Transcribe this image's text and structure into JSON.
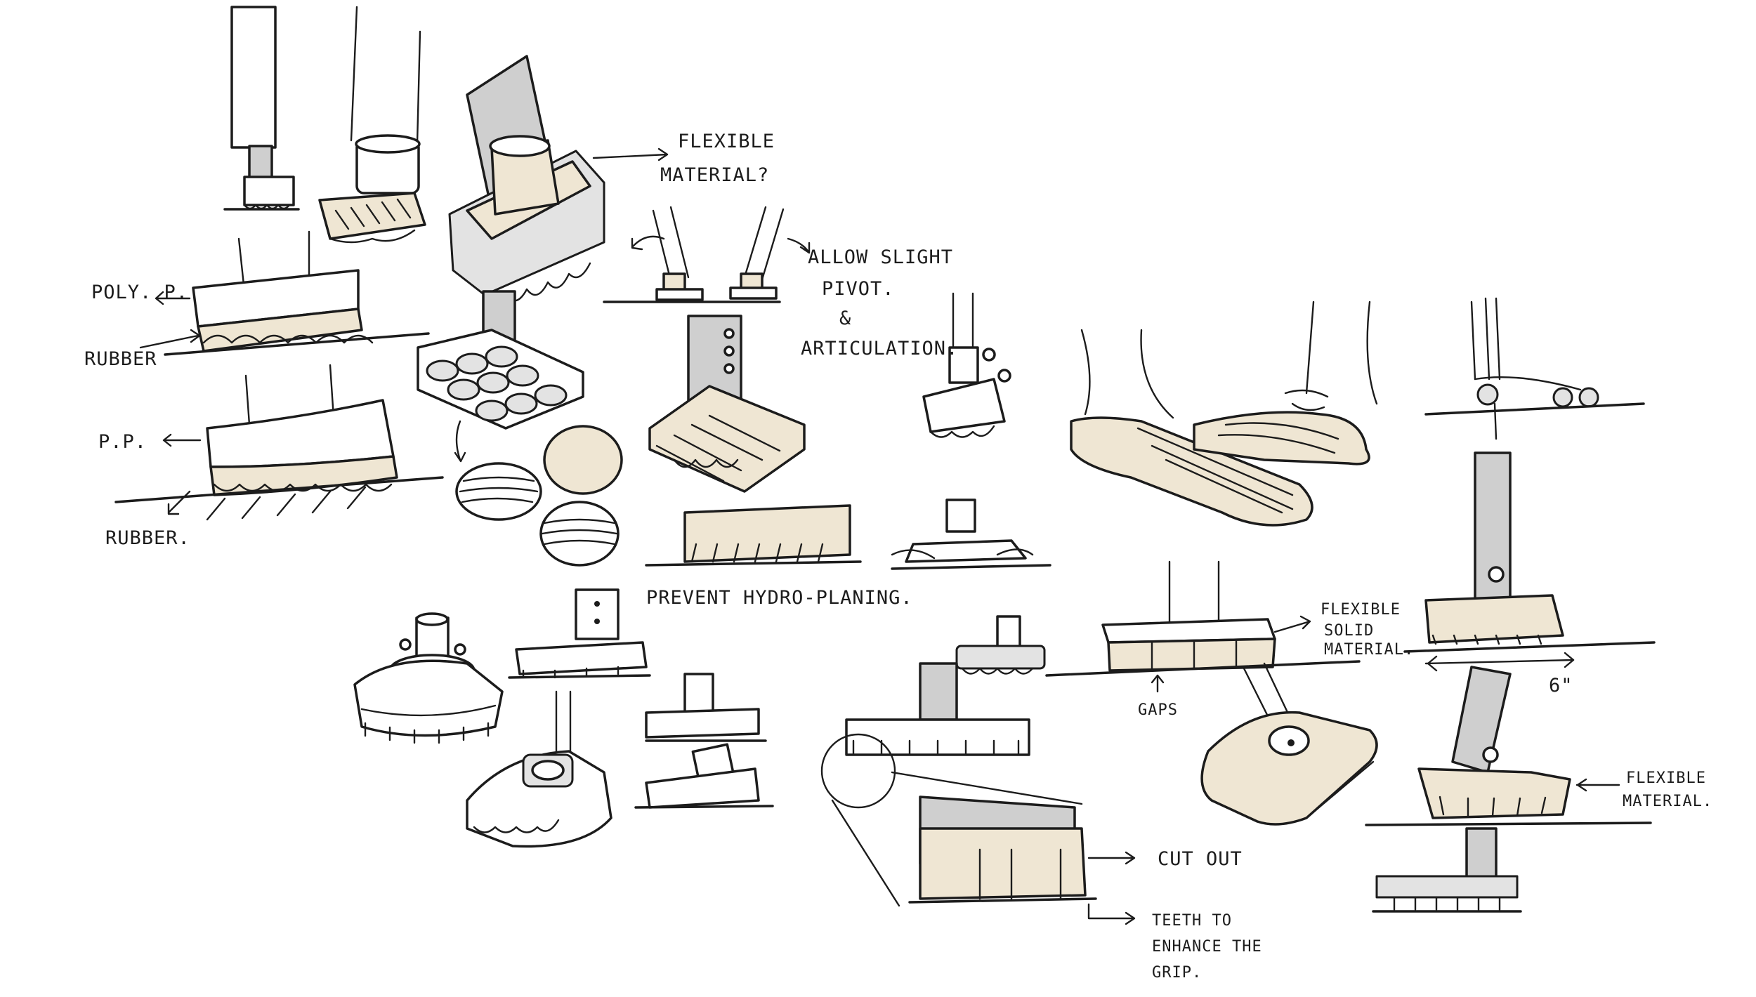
{
  "annotations": {
    "poly_p": "POLY. P.",
    "rubber_1": "RUBBER",
    "p_p": "P.P.",
    "rubber_2": "RUBBER.",
    "flexible_material_q_1": "FLEXIBLE",
    "flexible_material_q_2": "MATERIAL?",
    "allow_pivot_1": "ALLOW SLIGHT",
    "allow_pivot_2": "PIVOT.",
    "allow_pivot_3": "&",
    "allow_pivot_4": "ARTICULATION.",
    "prevent_hydroplaning": "PREVENT HYDRO-PLANING.",
    "flexible_solid_1": "FLEXIBLE",
    "flexible_solid_2": "SOLID",
    "flexible_solid_3": "MATERIAL.",
    "gaps": "GAPS",
    "dimension": "6\"",
    "flexible_material_1": "FLEXIBLE",
    "flexible_material_2": "MATERIAL.",
    "cut_out": "CUT OUT",
    "teeth_1": "TEETH TO",
    "teeth_2": "ENHANCE THE",
    "teeth_3": "GRIP."
  },
  "colors": {
    "ink": "#1c1c1c",
    "marker_grey": "#cfcfcf",
    "marker_beige": "#efe6d3",
    "paper": "#ffffff"
  }
}
